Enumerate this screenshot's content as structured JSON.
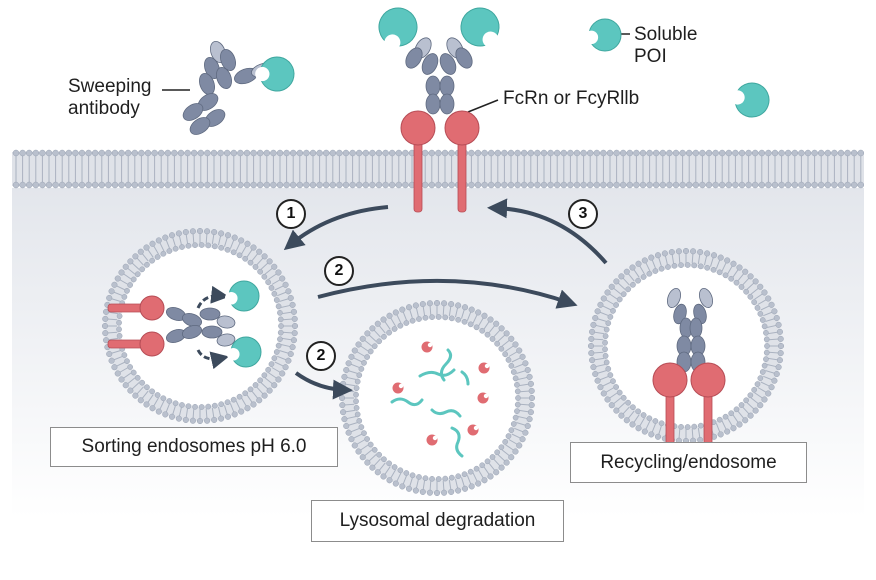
{
  "labels": {
    "sweeping_antibody_line1": "Sweeping",
    "sweeping_antibody_line2": "antibody",
    "soluble_poi_line1": "Soluble",
    "soluble_poi_line2": "POI",
    "receptor": "FcRn or FcyRllb"
  },
  "boxes": {
    "sorting": "Sorting endosomes pH 6.0",
    "lysosomal": "Lysosomal degradation",
    "recycling": "Recycling/endosome"
  },
  "steps": {
    "step1": "1",
    "step2_top": "2",
    "step2_bottom": "2",
    "step3": "3"
  },
  "colors": {
    "antibody": "#7f8aa3",
    "antibody_light": "#b9c0d0",
    "antigen": "#5cc6bf",
    "receptor": "#e06c72",
    "membrane": "#b9c0cd",
    "arrow": "#3c4a5c",
    "cytoplasm": "#eceef2"
  }
}
